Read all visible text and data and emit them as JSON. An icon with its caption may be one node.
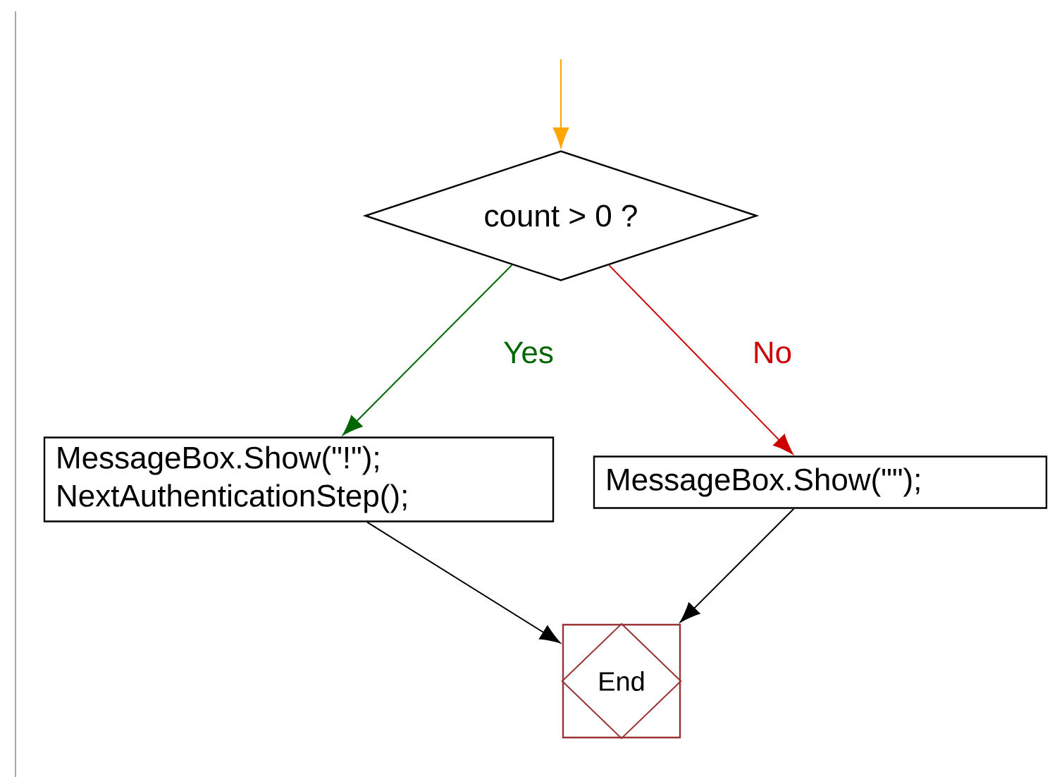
{
  "diagram": {
    "nodes": [
      {
        "text": [
          "count > 0 ?"
        ]
      },
      {
        "text": [
          "MessageBox.Show(\"!\"); NextAuthenticationStep();"
        ]
      },
      {
        "text": [
          "MessageBox.Show(\"\");"
        ]
      },
      {
        "text": [
          "End"
        ]
      }
    ],
    "edges": [
      {
        "from": null,
        "to": 0,
        "arrow": "to",
        "color": "#ffa500"
      },
      {
        "from": 0,
        "to": 1,
        "arrow": "to",
        "label": "Yes",
        "color": "#006600"
      },
      {
        "from": 0,
        "to": 2,
        "arrow": "to",
        "label": "No",
        "color": "#cc0000"
      },
      {
        "from": 1,
        "to": 3,
        "arrow": "to"
      },
      {
        "from": 2,
        "to": 3,
        "arrow": "to"
      }
    ]
  }
}
